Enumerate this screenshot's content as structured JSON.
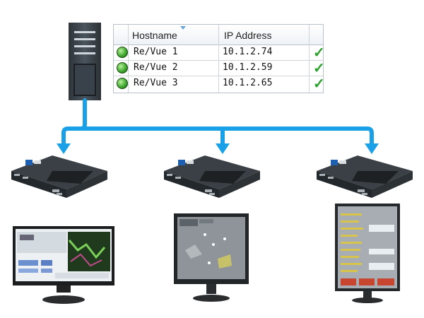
{
  "table": {
    "columns": [
      "Hostname",
      "IP Address"
    ],
    "rows": [
      {
        "hostname": "Re/Vue 1",
        "ip": "10.1.2.74",
        "status": "check"
      },
      {
        "hostname": "Re/Vue 2",
        "ip": "10.1.2.59",
        "status": "check"
      },
      {
        "hostname": "Re/Vue 3",
        "ip": "10.1.2.65",
        "status": "check"
      }
    ]
  },
  "icons": {
    "status_led": "green-led-icon",
    "ok": "checkmark-icon"
  },
  "colors": {
    "network": "#1aa0e6",
    "led_green": "#3aa32a",
    "check_green": "#2aa12a",
    "device_dark": "#2f3438"
  }
}
